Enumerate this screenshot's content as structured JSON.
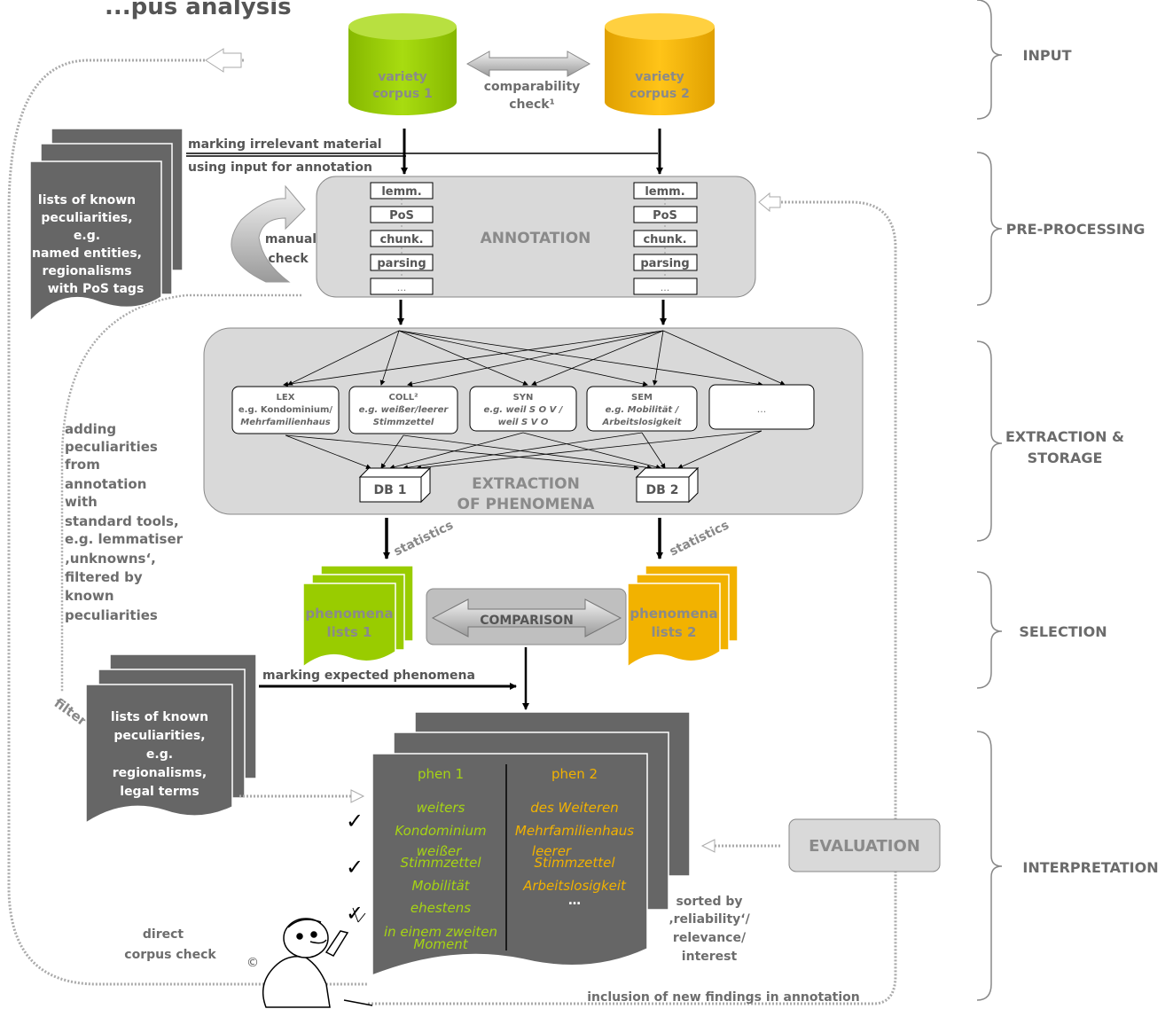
{
  "title": "...pus analysis",
  "stages": [
    "INPUT",
    "PRE-PROCESSING",
    "EXTRACTION &",
    "STORAGE",
    "SELECTION",
    "INTERPRETATION"
  ],
  "corpus1": {
    "line1": "variety",
    "line2": "corpus 1"
  },
  "corpus2": {
    "line1": "variety",
    "line2": "corpus 2"
  },
  "comparability": {
    "line1": "comparability",
    "line2": "check¹"
  },
  "marking_irrelevant": "marking irrelevant material",
  "using_input": "using input for annotation",
  "known_lists_top": [
    "lists of known",
    "peculiarities,",
    "e.g.",
    "named entities,",
    "regionalisms",
    "with PoS tags"
  ],
  "manual_check": [
    "manual",
    "check"
  ],
  "annotation": {
    "label": "ANNOTATION",
    "steps": [
      "lemm.",
      "PoS",
      "chunk.",
      "parsing",
      "..."
    ]
  },
  "categories": [
    {
      "tag": "LEX",
      "ex1": "e.g. Kondominium/",
      "ex2": "Mehrfamilienhaus"
    },
    {
      "tag": "COLL²",
      "ex1": "e.g. weißer/leerer",
      "ex2": "Stimmzettel"
    },
    {
      "tag": "SYN",
      "ex1": "e.g. weil S O V /",
      "ex2": "weil S V O"
    },
    {
      "tag": "SEM",
      "ex1": "e.g. Mobilität /",
      "ex2": "Arbeitslosigkeit"
    },
    {
      "tag": "...",
      "ex1": "",
      "ex2": ""
    }
  ],
  "db1": "DB 1",
  "db2": "DB 2",
  "extraction": [
    "EXTRACTION",
    "OF PHENOMENA"
  ],
  "statistics": "statistics",
  "phen_lists1": [
    "phenomena",
    "lists 1"
  ],
  "phen_lists2": [
    "phenomena",
    "lists 2"
  ],
  "comparison": "COMPARISON",
  "adding_text": [
    "adding",
    "peculiarities",
    "from",
    "annotation",
    "with",
    "standard tools,",
    "e.g. lemmatiser",
    "‚unknowns‘,",
    "filtered by",
    "known",
    "peculiarities"
  ],
  "filter": "filter",
  "marking_expected": "marking expected phenomena",
  "known_lists_bottom": [
    "lists of known",
    "peculiarities,",
    "e.g.",
    "regionalisms,",
    "legal terms"
  ],
  "result": {
    "col1_header": "phen 1",
    "col2_header": "phen 2",
    "col1": [
      "weiters",
      "Kondominium",
      "weißer",
      "Stimmzettel",
      "Mobilität",
      "ehestens",
      "in einem zweiten",
      "Moment"
    ],
    "col2": [
      "des Weiteren",
      "Mehrfamilienhaus",
      "leerer",
      "Stimmzettel",
      "Arbeitslosigkeit"
    ],
    "dots": "…",
    "checkmark": "✓"
  },
  "evaluation": "EVALUATION",
  "sorted_by": [
    "sorted by",
    "‚reliability‘/",
    "relevance/",
    "interest"
  ],
  "direct_check": [
    "direct",
    "corpus check"
  ],
  "copyright": "©",
  "inclusion": "inclusion of new findings in annotation",
  "colors": {
    "green": "#99cc00",
    "orange": "#f2b200",
    "dark_grey": "#666666",
    "light_grey": "#d9d9d9"
  }
}
